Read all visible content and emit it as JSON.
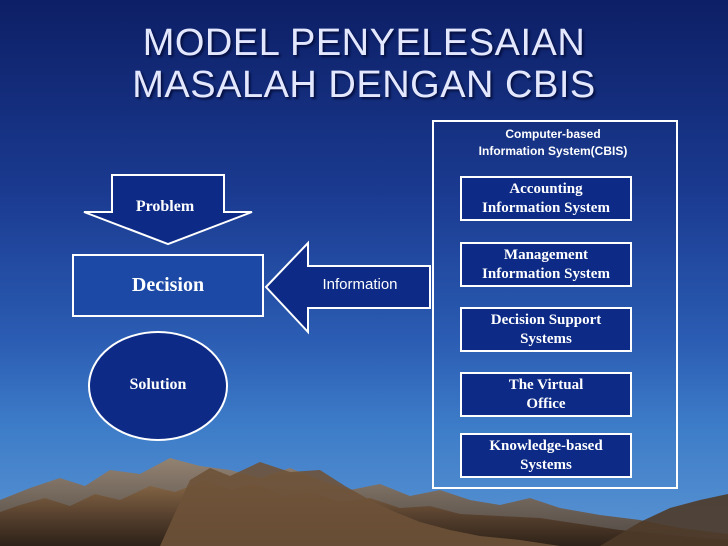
{
  "slide": {
    "title_lines": [
      "MODEL PENYELESAIAN",
      "MASALAH DENGAN CBIS"
    ]
  },
  "diagram": {
    "problem": "Problem",
    "decision": "Decision",
    "solution": "Solution",
    "information": "Information",
    "cbis_title_lines": [
      "Computer-based",
      "Information System(CBIS)"
    ],
    "systems": [
      {
        "lines": [
          "Accounting",
          "Information System"
        ]
      },
      {
        "lines": [
          "Management",
          "Information System"
        ]
      },
      {
        "lines": [
          "Decision Support",
          "Systems"
        ]
      },
      {
        "lines": [
          "The Virtual",
          "Office"
        ]
      },
      {
        "lines": [
          "Knowledge-based",
          "Systems"
        ]
      }
    ]
  },
  "colors": {
    "background_top": "#0d1f66",
    "background_bottom": "#5a94d2",
    "box_fill": "#0c2a86",
    "decision_fill": "#1c49a6",
    "outline": "#ffffff"
  }
}
